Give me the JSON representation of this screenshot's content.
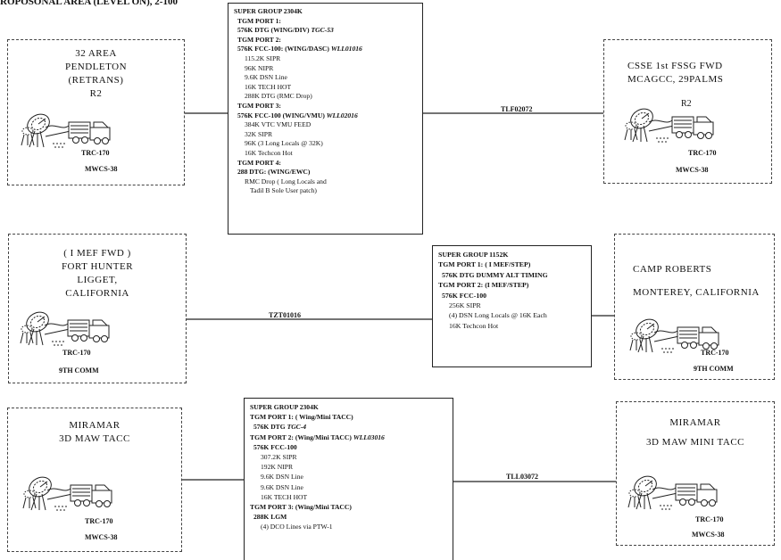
{
  "header": "ROPOSONAL AREA (LEVEL ON), 2-100",
  "sites": {
    "pendleton": {
      "name_lines": [
        "32 AREA",
        "PENDLETON",
        "(RETRANS)",
        "R2"
      ],
      "equipment": "TRC-170",
      "unit": "MWCS-38"
    },
    "twentynine_palms": {
      "name_lines": [
        "CSSE 1st FSSG FWD",
        "MCAGCC, 29PALMS"
      ],
      "repeater": "R2",
      "equipment": "TRC-170",
      "unit": "MWCS-38"
    },
    "fort_hunter": {
      "name_lines": [
        "( I MEF FWD )",
        "FORT HUNTER",
        "LIGGET,",
        "CALIFORNIA"
      ],
      "equipment": "TRC-170",
      "unit": "9TH COMM"
    },
    "camp_roberts": {
      "name_lines": [
        "CAMP ROBERTS",
        "MONTEREY, CALIFORNIA"
      ],
      "equipment": "TRC-170",
      "unit": "9TH COMM"
    },
    "miramar_tacc": {
      "name_lines": [
        "MIRAMAR",
        "3D MAW TACC"
      ],
      "equipment": "TRC-170",
      "unit": "MWCS-38"
    },
    "miramar_mini": {
      "name_lines": [
        "MIRAMAR",
        "3D MAW MINI TACC"
      ],
      "equipment": "TRC-170",
      "unit": "MWCS-38"
    }
  },
  "links": {
    "tlf": "TLF02072",
    "tzt": "TZT01016",
    "tll": "TLL03072"
  },
  "super_groups": {
    "top": {
      "lines": [
        {
          "t": "SUPER GROUP 2304K",
          "c": "h"
        },
        {
          "t": "TGM PORT 1:",
          "c": "i1"
        },
        {
          "t": "576K DTG (WING/DIV) ",
          "c": "i1",
          "tag": "TGC-53"
        },
        {
          "t": "TGM PORT 2:",
          "c": "i1"
        },
        {
          "t": "576K FCC-100: (WING/DASC) ",
          "c": "i1",
          "tag": "WLL01016"
        },
        {
          "t": "115.2K SIPR",
          "c": "i2"
        },
        {
          "t": "96K NIPR",
          "c": "i2"
        },
        {
          "t": "9.6K DSN Line",
          "c": "i2"
        },
        {
          "t": "16K TECH HOT",
          "c": "i2"
        },
        {
          "t": "288K DTG (RMC Drop)",
          "c": "i2"
        },
        {
          "t": "TGM PORT 3:",
          "c": "i1"
        },
        {
          "t": "576K FCC-100 (WING/VMU) ",
          "c": "i1",
          "tag": "WLL02016"
        },
        {
          "t": "384K VTC VMU FEED",
          "c": "i2"
        },
        {
          "t": "32K SIPR",
          "c": "i2"
        },
        {
          "t": "96K (3 Long Locals @ 32K)",
          "c": "i2"
        },
        {
          "t": "16K Techcon Hot",
          "c": "i2"
        },
        {
          "t": "TGM PORT 4:",
          "c": "i1"
        },
        {
          "t": "288 DTG: (WING/EWC)",
          "c": "i1"
        },
        {
          "t": "RMC Drop ( Long Locals and",
          "c": "i2"
        },
        {
          "t": "Tadil B Sole User patch)",
          "c": "i3"
        }
      ]
    },
    "mid": {
      "lines": [
        {
          "t": "SUPER GROUP 1152K",
          "c": "h"
        },
        {
          "t": "TGM PORT 1: ( I MEF/STEP)",
          "c": "h"
        },
        {
          "t": "576K DTG DUMMY ALT TIMING",
          "c": "i1"
        },
        {
          "t": "TGM PORT 2: (I MEF/STEP)",
          "c": "h"
        },
        {
          "t": "576K FCC-100",
          "c": "i1"
        },
        {
          "t": "256K SIPR",
          "c": "i2"
        },
        {
          "t": "(4) DSN Long Locals @ 16K Each",
          "c": "i2"
        },
        {
          "t": "16K Techcon Hot",
          "c": "i2"
        }
      ]
    },
    "bottom": {
      "lines": [
        {
          "t": "SUPER GROUP 2304K",
          "c": "h"
        },
        {
          "t": "TGM PORT 1: ( Wing/Mini TACC)",
          "c": "h"
        },
        {
          "t": "576K DTG ",
          "c": "i1",
          "tag": "TGC-4"
        },
        {
          "t": "TGM PORT 2: (Wing/Mini TACC) ",
          "c": "h",
          "tag": "WLL03016"
        },
        {
          "t": "576K FCC-100",
          "c": "i1"
        },
        {
          "t": "307.2K SIPR",
          "c": "i2"
        },
        {
          "t": "192K NIPR",
          "c": "i2"
        },
        {
          "t": "9.6K DSN Line",
          "c": "i2"
        },
        {
          "t": "9.6K DSN Line",
          "c": "i2"
        },
        {
          "t": "16K TECH HOT",
          "c": "i2"
        },
        {
          "t": "TGM PORT 3: (Wing/Mini TACC)",
          "c": "h"
        },
        {
          "t": "288K LGM",
          "c": "i1"
        },
        {
          "t": "(4) DCO Lines via PTW-1",
          "c": "i2"
        }
      ]
    }
  }
}
